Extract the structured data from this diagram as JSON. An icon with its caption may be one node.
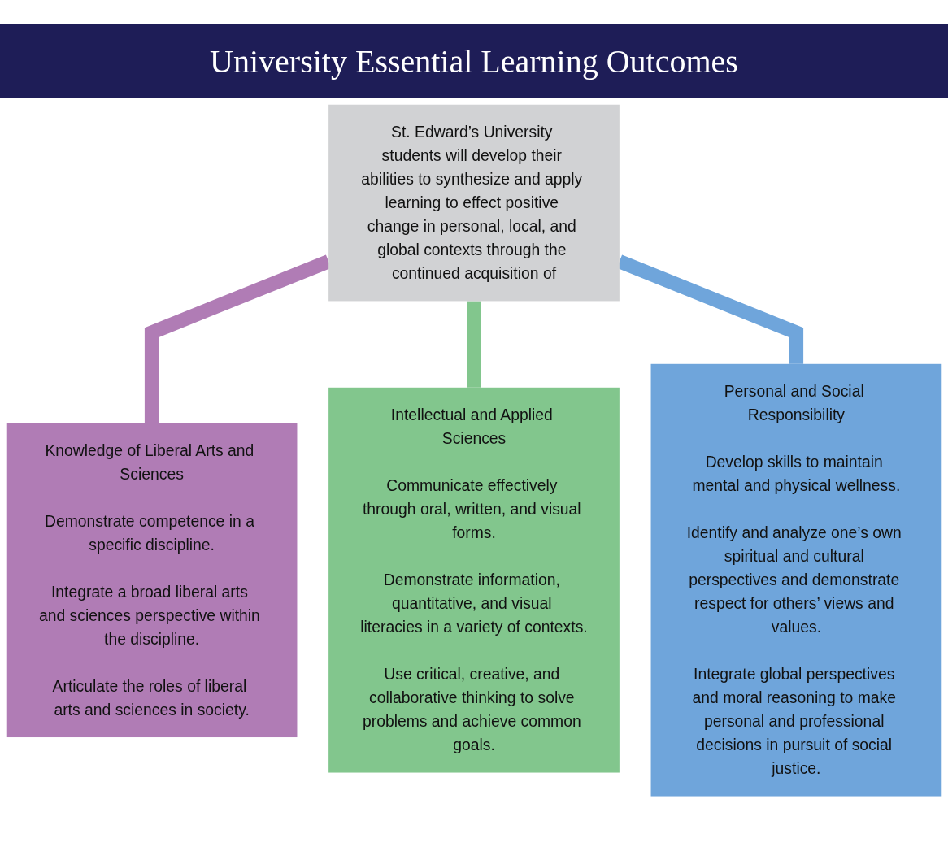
{
  "diagram": {
    "title": "University Essential Learning Outcomes",
    "nodes": [
      {
        "text": [
          "St. Edward’s University students will develop their abilities to synthesize and apply learning to effect positive change in personal, local, and global contexts through the continued acquisition of"
        ]
      },
      {
        "text": [
          "Knowledge of Liberal Arts and Sciences",
          "Demonstrate competence in a specific discipline.",
          "Integrate a broad liberal arts and sciences perspective within the discipline.",
          "Articulate the roles of liberal arts and sciences in society."
        ]
      },
      {
        "text": [
          "Intellectual and Applied Sciences",
          "Communicate effectively through oral, written, and visual forms.",
          "Demonstrate information, quantitative, and visual literacies in a variety of contexts.",
          "Use critical, creative, and collaborative thinking to solve problems and achieve common goals."
        ]
      },
      {
        "text": [
          "Personal and Social Responsibility",
          "Develop skills to maintain mental and physical wellness.",
          "Identify and analyze one’s own spiritual and cultural perspectives and demonstrate respect for others’ views and values.",
          "Integrate global perspectives and moral reasoning to make personal and professional decisions in pursuit of social justice."
        ]
      }
    ],
    "edges": [
      {
        "from": 0,
        "to": 1,
        "arrow": "none",
        "color": "#b07cb5"
      },
      {
        "from": 0,
        "to": 2,
        "arrow": "none",
        "color": "#82c68d"
      },
      {
        "from": 0,
        "to": 3,
        "arrow": "none",
        "color": "#6fa5db"
      }
    ]
  }
}
